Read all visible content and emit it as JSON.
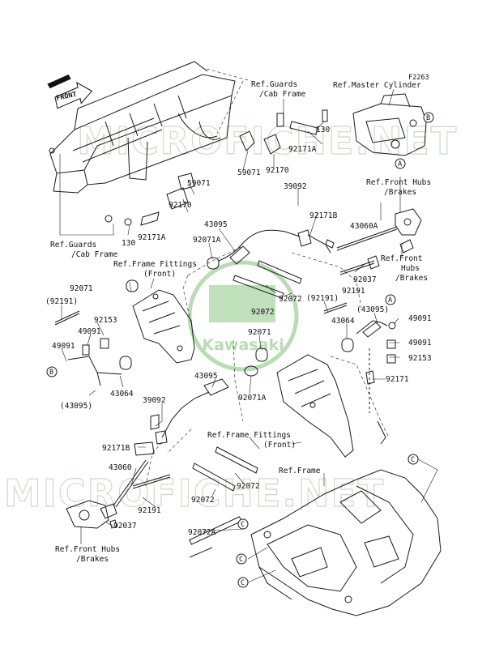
{
  "diagram_code": "F2263",
  "front_arrow": "FRONT",
  "watermark": {
    "text": "MICROFICHE.NET",
    "brand": "Kawasaki",
    "color": "#b9dcb4"
  },
  "refs": {
    "guards_top": [
      "Ref.Guards",
      "/Cab Frame"
    ],
    "master_cyl": "Ref.Master Cylinder",
    "front_hubs_top": [
      "Ref.Front Hubs",
      "/Brakes"
    ],
    "guards_left": [
      "Ref.Guards",
      "/Cab Frame"
    ],
    "frame_fittings_front_1": [
      "Ref.Frame Fittings",
      "(Front)"
    ],
    "front_hubs_right": [
      "Ref.Front",
      "Hubs",
      "/Brakes"
    ],
    "frame_fittings_front_2": [
      "Ref.Frame Fittings",
      "(Front)"
    ],
    "frame": "Ref.Frame",
    "front_hubs_bottom": [
      "Ref.Front Hubs",
      "/Brakes"
    ]
  },
  "circles": {
    "A": "A",
    "B": "B",
    "C": "C"
  },
  "parts": {
    "p130_top": "130",
    "p92171A_top": "92171A",
    "p59071_top": "59071",
    "p92170_top": "92170",
    "p39092_top": "39092",
    "p92171B_top": "92171B",
    "p43060A": "43060A",
    "p59071_mid": "59071",
    "p92170_mid": "92170",
    "p43095_top": "43095",
    "p92071A_top": "92071A",
    "p130_left": "130",
    "p92171A_left": "92171A",
    "p92037_top": "92037",
    "p92191_mid": "92191",
    "p92071_left": "92071",
    "p92072_a": "92072",
    "p92072_b": "92072",
    "p92191_paren_right": "(92191)",
    "p92191_paren_left": "(92191)",
    "p92153_left": "92153",
    "p92071_mid": "92071",
    "p43095_paren_right": "(43095)",
    "p49091_right_a": "49091",
    "p49091_left_a": "49091",
    "p43064_right": "43064",
    "p49091_right_b": "49091",
    "p49091_left_b": "49091",
    "p92153_right": "92153",
    "p43064_left": "43064",
    "p43095_paren_left": "(43095)",
    "p92171_right": "92171",
    "p43095_mid": "43095",
    "p92071A_mid": "92071A",
    "p39092_mid": "39092",
    "p92171B_bottom": "92171B",
    "p43060": "43060",
    "p92072_c": "92072",
    "p92072_d": "92072",
    "p92191_bottom": "92191",
    "p92037_bottom": "92037",
    "p92072A": "92072A"
  }
}
